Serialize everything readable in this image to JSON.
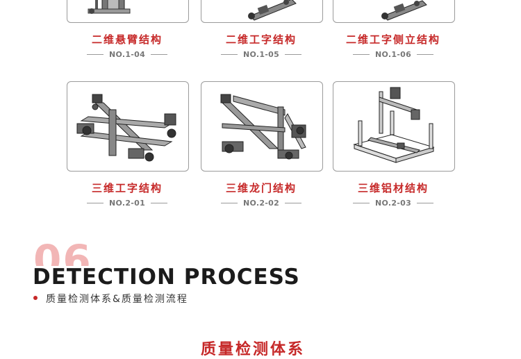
{
  "structures": [
    {
      "title": "二维悬臂结构",
      "code": "NO.1-04",
      "icon": "cantilever-structure-icon"
    },
    {
      "title": "二维工字结构",
      "code": "NO.1-05",
      "icon": "i-beam-structure-icon"
    },
    {
      "title": "二维工字侧立结构",
      "code": "NO.1-06",
      "icon": "side-standing-i-structure-icon"
    },
    {
      "title": "三维工字结构",
      "code": "NO.2-01",
      "icon": "3d-i-structure-icon"
    },
    {
      "title": "三维龙门结构",
      "code": "NO.2-02",
      "icon": "gantry-structure-icon"
    },
    {
      "title": "三维铝材结构",
      "code": "NO.2-03",
      "icon": "aluminum-frame-structure-icon"
    }
  ],
  "section": {
    "number": "06",
    "title": "DETECTION PROCESS",
    "subtitle": "质量检测体系&质量检测流程"
  },
  "bottom": {
    "title": "质量检测体系"
  },
  "colors": {
    "accent": "#c62828",
    "number": "#f2b6b6"
  }
}
